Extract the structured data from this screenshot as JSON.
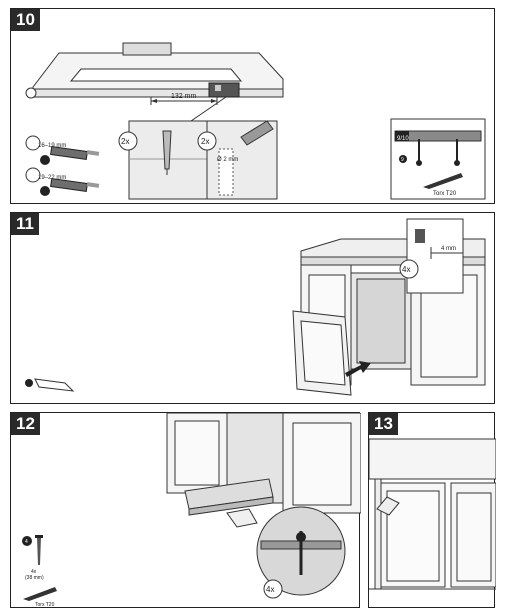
{
  "steps": [
    {
      "number": "10",
      "measure_width": "132 mm",
      "repeat_a": "2x",
      "repeat_b": "2x",
      "hole_diameter": "Ø 2 mm",
      "range_a": "16–19 mm",
      "range_b": "19–22 mm",
      "callout": "9/10",
      "screw_label": "9",
      "tool_label": "Torx T20"
    },
    {
      "number": "11",
      "repeat": "4x",
      "gap": "4 mm"
    },
    {
      "number": "12",
      "repeat": "4x",
      "screw_label": "4",
      "screw_count": "4x",
      "screw_size": "(38 mm)",
      "tool_label": "Torx T20"
    },
    {
      "number": "13"
    }
  ]
}
